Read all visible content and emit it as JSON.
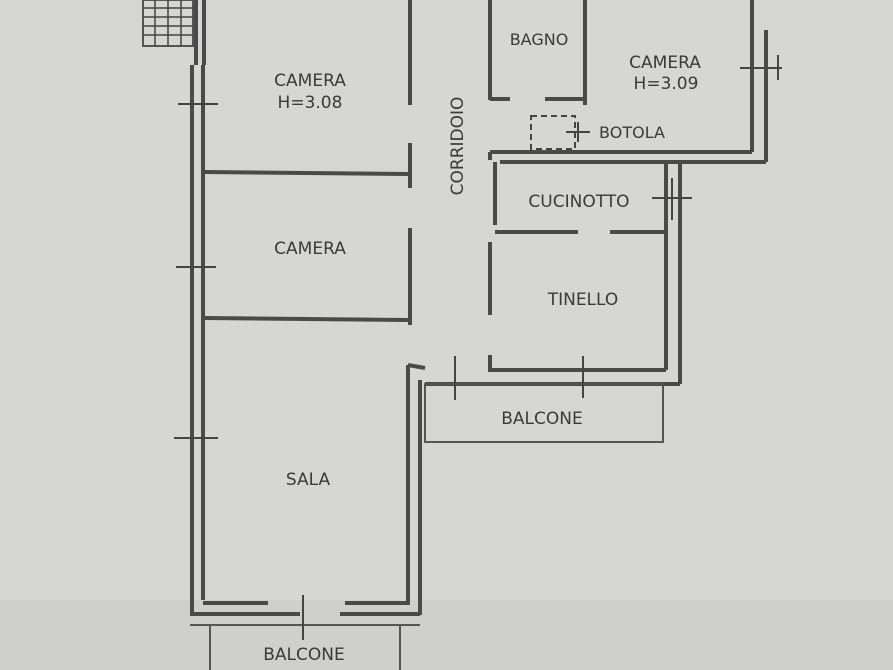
{
  "rooms": {
    "camera_1": {
      "name": "CAMERA",
      "height": "H=3.08"
    },
    "camera_2": {
      "name": "CAMERA"
    },
    "camera_3": {
      "name": "CAMERA",
      "height": "H=3.09"
    },
    "bagno": {
      "name": "BAGNO"
    },
    "corridoio": {
      "name": "CORRIDOIO"
    },
    "cucinotto": {
      "name": "CUCINOTTO"
    },
    "tinello": {
      "name": "TINELLO"
    },
    "sala": {
      "name": "SALA"
    },
    "balcone_1": {
      "name": "BALCONE"
    },
    "balcone_2": {
      "name": "BALCONE"
    }
  },
  "annotations": {
    "botola": "BOTOLA"
  },
  "colors": {
    "paper": "#d4d4d2",
    "wall": "#4a4a4a",
    "text": "#3a3a3a"
  }
}
